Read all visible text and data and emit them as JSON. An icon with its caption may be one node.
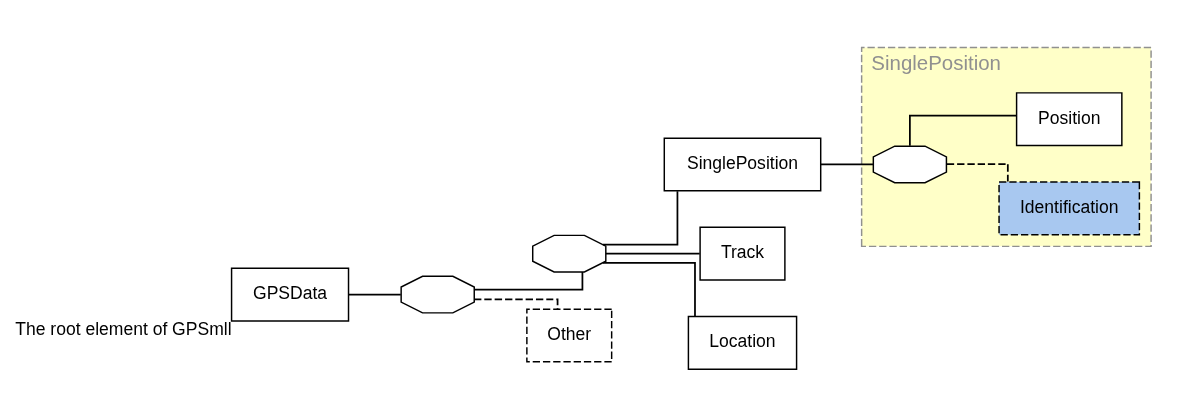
{
  "diagram": {
    "nodes": [
      {
        "text": [
          "GPSData"
        ],
        "beside": [
          "The root element of GPSmll"
        ]
      },
      {
        "text": [],
        "shape": "octagon"
      },
      {
        "text": [],
        "shape": "octagon"
      },
      {
        "text": [
          "SinglePosition"
        ]
      },
      {
        "text": [
          "Track"
        ]
      },
      {
        "text": [
          "Location"
        ]
      },
      {
        "text": [
          "Other"
        ]
      },
      {
        "text": [
          "SinglePosition"
        ]
      },
      {
        "text": [],
        "shape": "octagon",
        "in": 7
      },
      {
        "text": [
          "Identification"
        ],
        "in": 7
      },
      {
        "text": [
          "Position"
        ],
        "in": 7
      }
    ],
    "edges": [
      {
        "from": 0,
        "to": 1,
        "arrow": "none"
      },
      {
        "from": 1,
        "to": 2,
        "arrow": "none"
      },
      {
        "from": 1,
        "to": 6,
        "arrow": "none",
        "style": "dashed"
      },
      {
        "from": 2,
        "to": 3,
        "arrow": "none"
      },
      {
        "from": 2,
        "to": 4,
        "arrow": "none"
      },
      {
        "from": 2,
        "to": 5,
        "arrow": "none"
      },
      {
        "from": 3,
        "to": 8,
        "arrow": "none"
      },
      {
        "from": 8,
        "to": 9,
        "arrow": "none",
        "style": "dashed"
      },
      {
        "from": 8,
        "to": 10,
        "arrow": "none"
      }
    ]
  }
}
